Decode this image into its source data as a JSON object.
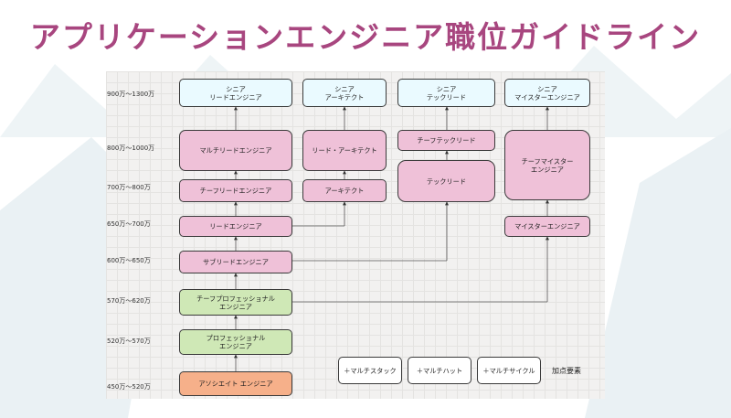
{
  "title": "アプリケーションエンジニア職位ガイドライン",
  "colors": {
    "title": "#a8467f",
    "senior": "#eafaff",
    "pink": "#efc1d8",
    "green": "#cfe8b6",
    "orange": "#f6b08a",
    "background_mountain": "#eaf1f4"
  },
  "salary_bands": [
    "900万～1300万",
    "800万～1000万",
    "700万～800万",
    "650万～700万",
    "600万～650万",
    "570万～620万",
    "520万～570万",
    "450万～520万"
  ],
  "nodes": {
    "senior_lead": [
      "シニア",
      "リードエンジニア"
    ],
    "senior_architect": [
      "シニア",
      "アーキテクト"
    ],
    "senior_techlead": [
      "シニア",
      "テックリード"
    ],
    "senior_meister": [
      "シニア",
      "マイスターエンジニア"
    ],
    "multi_lead": [
      "マルチリードエンジニア"
    ],
    "lead_architect": [
      "リード・アーキテクト"
    ],
    "chief_techlead": [
      "チーフテックリード"
    ],
    "chief_meister": [
      "チーフマイスター",
      "エンジニア"
    ],
    "chief_lead": [
      "チーフリードエンジニア"
    ],
    "architect": [
      "アーキテクト"
    ],
    "techlead": [
      "テックリード"
    ],
    "lead": [
      "リードエンジニア"
    ],
    "meister": [
      "マイスターエンジニア"
    ],
    "sublead": [
      "サブリードエンジニア"
    ],
    "chief_pro": [
      "チーフプロフェッショナル",
      "エンジニア"
    ],
    "pro": [
      "プロフェッショナル",
      "エンジニア"
    ],
    "associate": [
      "アソシエイト エンジニア"
    ]
  },
  "addons": [
    "＋マルチスタック",
    "＋マルチハット",
    "＋マルチサイクル"
  ],
  "legend_label": "加点要素"
}
